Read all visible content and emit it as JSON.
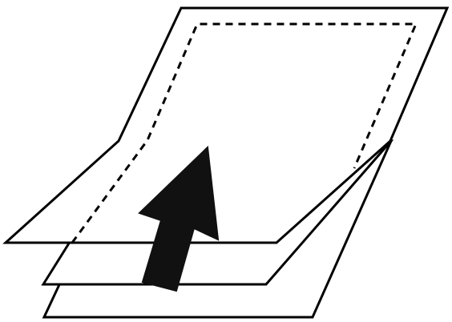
{
  "diagram": {
    "sheet_count": 3,
    "stroke_color": "#000000",
    "fill_color": "#ffffff",
    "arrow_color": "#111111",
    "arrow_direction": "up-right",
    "dashed_region": "top-sheet-print-area"
  }
}
